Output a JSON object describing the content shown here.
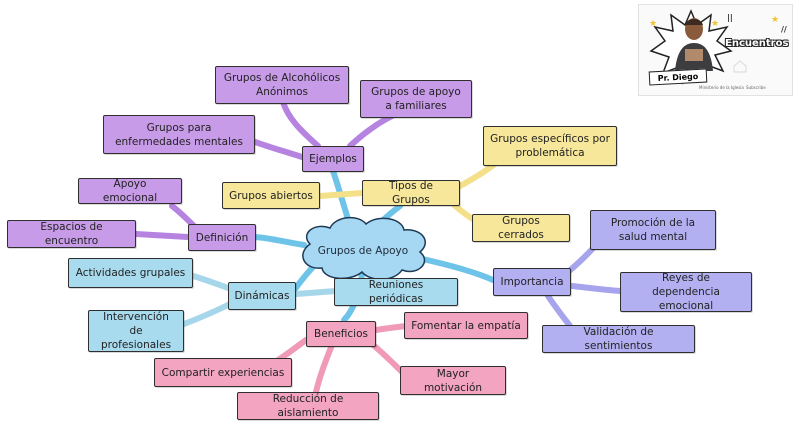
{
  "diagram": {
    "center": "Grupos de Apoyo",
    "branches": [
      {
        "label": "Ejemplos",
        "children": [
          "Grupos de Alcohólicos Anónimos",
          "Grupos de apoyo a familiares",
          "Grupos para enfermedades mentales"
        ]
      },
      {
        "label": "Tipos de Grupos",
        "children": [
          "Grupos específicos por problemática",
          "Grupos abiertos",
          "Grupos cerrados"
        ]
      },
      {
        "label": "Definición",
        "children": [
          "Apoyo emocional",
          "Espacios de encuentro"
        ]
      },
      {
        "label": "Dinámicas",
        "children": [
          "Actividades grupales",
          "Reuniones periódicas",
          "Intervención de profesionales"
        ]
      },
      {
        "label": "Importancia",
        "children": [
          "Promoción de la salud mental",
          "Reyes de dependencia emocional",
          "Validación de sentimientos"
        ]
      },
      {
        "label": "Beneficios",
        "children": [
          "Fomentar la empatía",
          "Compartir experiencias",
          "Mayor motivación",
          "Reducción de aislamiento"
        ]
      }
    ]
  },
  "thumbnail": {
    "name": "Pr. Diego",
    "title": "Encuentros",
    "subtitle": "Ministerio de la Iglesia",
    "subtitle2": "Subscribe"
  },
  "colors": {
    "purple": "#c79be8",
    "yellow": "#f7e79a",
    "blue": "#a9dbef",
    "violet": "#b3b0f2",
    "pink": "#f2a4c0",
    "center": "#a6d8f4"
  }
}
